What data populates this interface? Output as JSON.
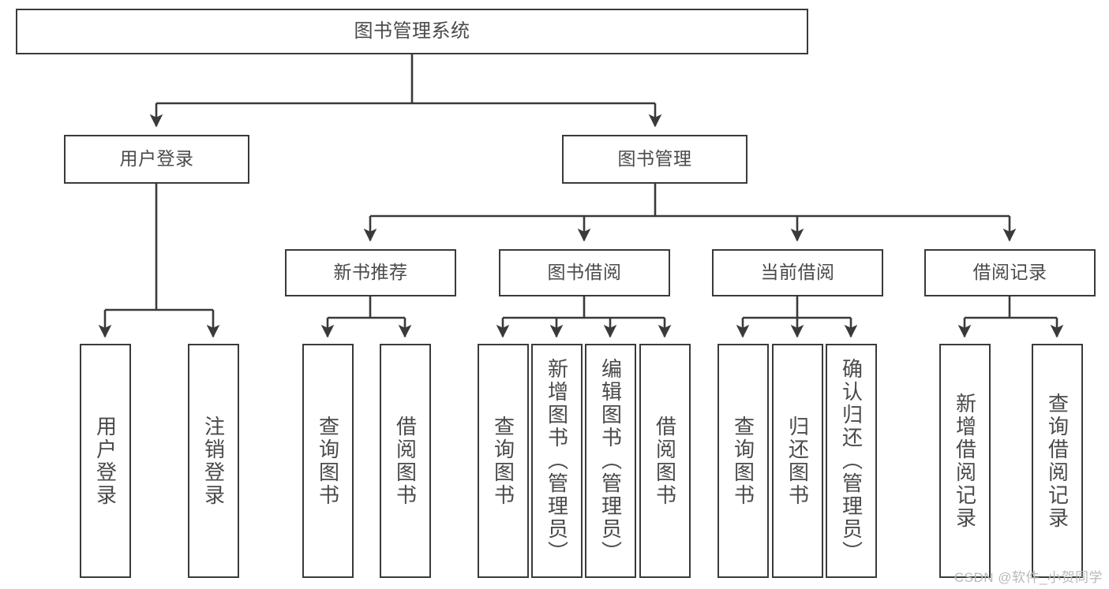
{
  "diagram": {
    "title": "图书管理系统",
    "type": "tree",
    "colors": {
      "box_border": "#3a3a3a",
      "box_fill": "#ffffff",
      "edge": "#3a3a3a",
      "text": "#4a4a4a",
      "watermark": "#b9b9b9"
    },
    "nodes": {
      "root": {
        "label": "图书管理系统",
        "level": 1
      },
      "user_login": {
        "label": "用户登录",
        "level": 2
      },
      "book_manage": {
        "label": "图书管理",
        "level": 2
      },
      "new_book_rec": {
        "label": "新书推荐",
        "level": 3
      },
      "book_borrow": {
        "label": "图书借阅",
        "level": 3
      },
      "current_borrow": {
        "label": "当前借阅",
        "level": 3
      },
      "borrow_record": {
        "label": "借阅记录",
        "level": 3
      },
      "leaf_user_login": {
        "label": "用户登录",
        "level": 4,
        "parent": "用户登录"
      },
      "leaf_logout": {
        "label": "注销登录",
        "level": 4,
        "parent": "用户登录"
      },
      "leaf_query_book_1": {
        "label": "查询图书",
        "level": 4,
        "parent": "新书推荐"
      },
      "leaf_borrow_book_1": {
        "label": "借阅图书",
        "level": 4,
        "parent": "新书推荐"
      },
      "leaf_query_book_2": {
        "label": "查询图书",
        "level": 4,
        "parent": "图书借阅"
      },
      "leaf_add_book": {
        "label": "新增图书（管理员）",
        "level": 4,
        "parent": "图书借阅"
      },
      "leaf_edit_book": {
        "label": "编辑图书（管理员）",
        "level": 4,
        "parent": "图书借阅"
      },
      "leaf_borrow_book_2": {
        "label": "借阅图书",
        "level": 4,
        "parent": "图书借阅"
      },
      "leaf_query_book_3": {
        "label": "查询图书",
        "level": 4,
        "parent": "当前借阅"
      },
      "leaf_return_book": {
        "label": "归还图书",
        "level": 4,
        "parent": "当前借阅"
      },
      "leaf_confirm_return": {
        "label": "确认归还（管理员）",
        "level": 4,
        "parent": "当前借阅"
      },
      "leaf_add_record": {
        "label": "新增借阅记录",
        "level": 4,
        "parent": "借阅记录"
      },
      "leaf_query_record": {
        "label": "查询借阅记录",
        "level": 4,
        "parent": "借阅记录"
      }
    },
    "watermark": "CSDN @软件_小贺同学"
  }
}
